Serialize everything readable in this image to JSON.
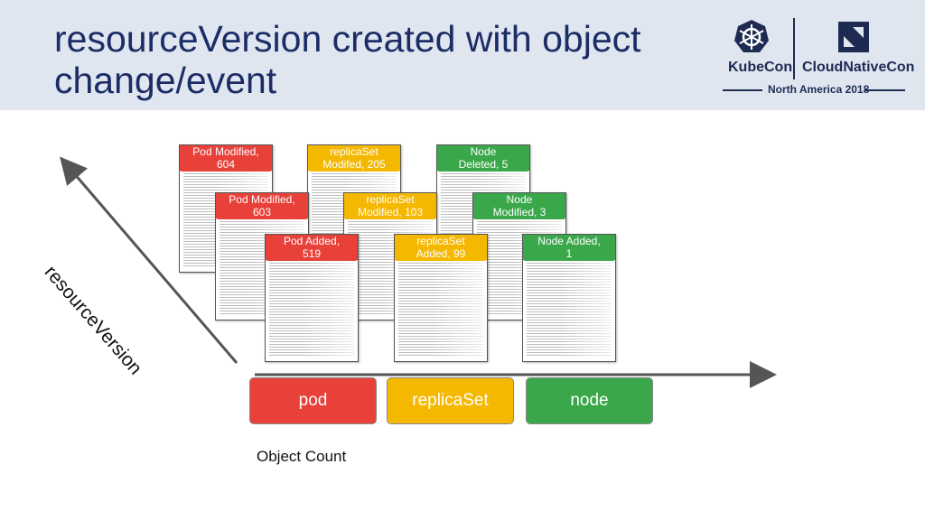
{
  "header": {
    "title": "resourceVersion created with object change/event"
  },
  "logo": {
    "kubecon": "KubeCon",
    "cloudnativecon": "CloudNativeCon",
    "event": "North America 2018"
  },
  "axes": {
    "vertical_label": "resourceVersion",
    "horizontal_label": "Object Count"
  },
  "objects": [
    {
      "label": "pod",
      "color": "#e8413a"
    },
    {
      "label": "replicaSet",
      "color": "#f5b800"
    },
    {
      "label": "node",
      "color": "#3aa84a"
    }
  ],
  "events": {
    "pod": [
      "Pod Modified,\n604",
      "Pod Modified,\n603",
      "Pod Added,\n519"
    ],
    "replicaSet": [
      "replicaSet\nModifed, 205",
      "replicaSet\nModified, 103",
      "replicaSet\nAdded, 99"
    ],
    "node": [
      "Node\nDeleted, 5",
      "Node\nModified, 3",
      "Node Added,\n1"
    ]
  }
}
